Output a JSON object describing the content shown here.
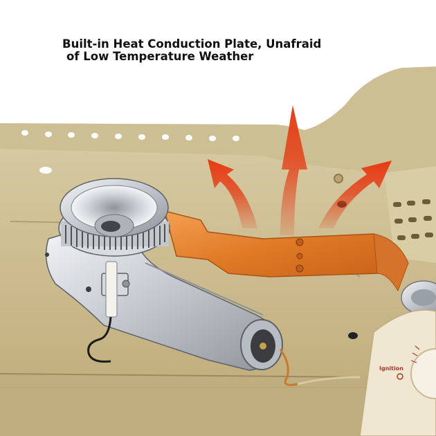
{
  "headline": {
    "line1": "Built-in Heat Conduction Plate, Unafraid",
    "line2": "of Low Temperature Weather"
  },
  "knob": {
    "label": "Ignition"
  },
  "colors": {
    "tray": "#c8b98e",
    "tray_dark": "#a89466",
    "plate": "#e8842f",
    "arrow": "#e3421a",
    "burner": "#c9cdd2"
  },
  "icons": [
    "heat-arrow-icon",
    "burner-icon",
    "igniter-icon",
    "control-knob-icon"
  ]
}
